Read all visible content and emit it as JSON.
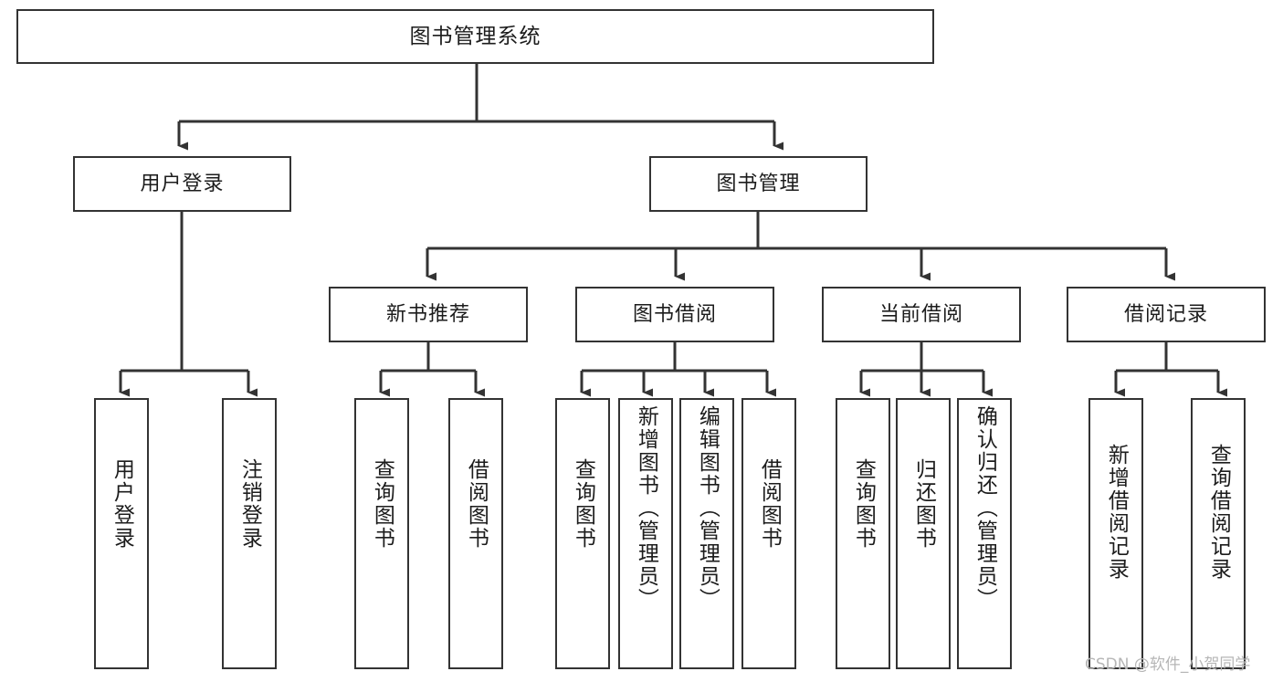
{
  "diagram": {
    "type": "tree-hierarchy-chart",
    "title": "图书管理系统",
    "orientation": "top-down",
    "box_border_color": "#333333",
    "box_fill_color": "#ffffff",
    "connector_color": "#333333",
    "watermark": "CSDN @软件_小贺同学"
  },
  "root": {
    "label": "图书管理系统"
  },
  "level2": [
    {
      "label": "用户登录"
    },
    {
      "label": "图书管理"
    }
  ],
  "level3": [
    {
      "label": "新书推荐"
    },
    {
      "label": "图书借阅"
    },
    {
      "label": "当前借阅"
    },
    {
      "label": "借阅记录"
    }
  ],
  "leaves": {
    "user_login": [
      {
        "label": "用户登录"
      },
      {
        "label": "注销登录"
      }
    ],
    "new_book_recommend": [
      {
        "label": "查询图书"
      },
      {
        "label": "借阅图书"
      }
    ],
    "book_borrow": [
      {
        "label": "查询图书"
      },
      {
        "label": "新增图书（管理员）"
      },
      {
        "label": "编辑图书（管理员）"
      },
      {
        "label": "借阅图书"
      }
    ],
    "current_borrow": [
      {
        "label": "查询图书"
      },
      {
        "label": "归还图书"
      },
      {
        "label": "确认归还（管理员）"
      }
    ],
    "borrow_record": [
      {
        "label": "新增借阅记录"
      },
      {
        "label": "查询借阅记录"
      }
    ]
  }
}
